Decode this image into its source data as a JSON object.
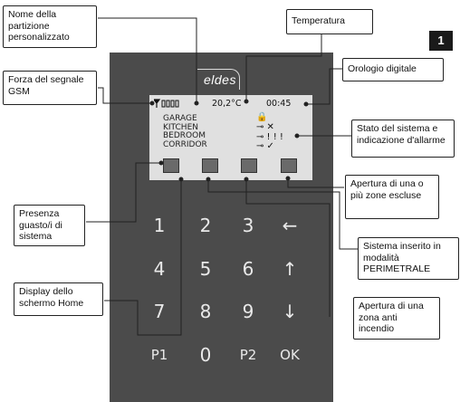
{
  "page_number": "1",
  "brand": "eldes",
  "callouts": {
    "partition_name": "Nome della partizione personalizzato",
    "temperature": "Temperatura",
    "gsm_signal": "Forza del segnale GSM",
    "digital_clock": "Orologio digitale",
    "system_state": "Stato del sistema e indicazione d'allarme",
    "bypassed_zones": "Apertura di una o più zone escluse",
    "system_fault": "Presenza guasto/i di sistema",
    "perimeter_mode": "Sistema inserito in modalità PERIMETRALE",
    "home_screen": "Display dello schermo Home",
    "fire_zone": "Apertura di una zona anti incendio"
  },
  "display": {
    "signal_icon": "antenna-bars-icon",
    "temperature": "20,2°C",
    "time": "00:45",
    "zones": [
      "GARAGE",
      "KITCHEN",
      "BEDROOM",
      "CORRIDOR"
    ],
    "zone_states": [
      "🔒",
      "⊸ ✕",
      "⊸ ! ! !",
      "⊸ ✓"
    ]
  },
  "keys": {
    "row1": [
      "1",
      "2",
      "3",
      "←"
    ],
    "row2": [
      "4",
      "5",
      "6",
      "↑"
    ],
    "row3": [
      "7",
      "8",
      "9",
      "↓"
    ],
    "row4": [
      "P1",
      "0",
      "P2",
      "OK"
    ]
  }
}
